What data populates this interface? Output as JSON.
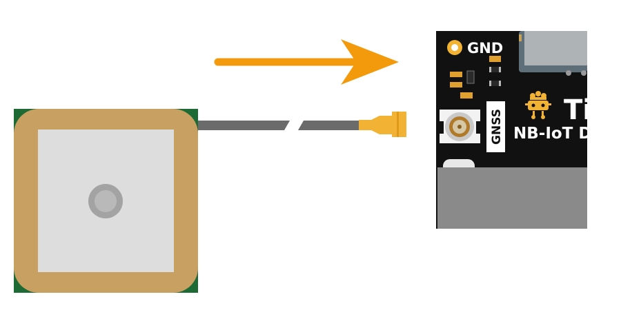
{
  "board": {
    "gnd_label": "GND",
    "gnss_label": "GNSS",
    "title_partial": "Ti",
    "subtitle_partial": "NB-IoT D"
  },
  "colors": {
    "arrow": "#f29a0c",
    "antenna_rim": "#c8a062",
    "antenna_pcb": "#1d6a35",
    "antenna_ceramic": "#dcdddc",
    "cable": "#6b6b6b",
    "connector": "#f2b233",
    "board": "#111111",
    "gold": "#f2b233",
    "shield": "#8a8a8a"
  },
  "icons": {
    "connection_arrow": "arrow-right-icon",
    "board_logo": "robot-logo-icon"
  }
}
